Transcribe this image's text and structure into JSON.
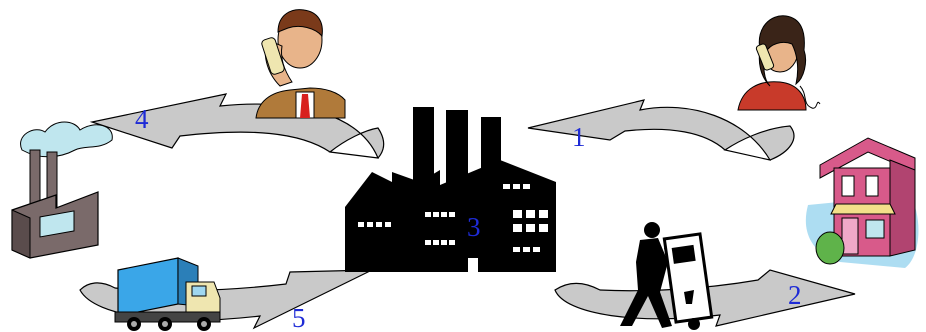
{
  "diagram": {
    "steps": [
      {
        "label": "1",
        "arrow": "arrow-customer-to-factory"
      },
      {
        "label": "2",
        "arrow": "arrow-delivery-to-store"
      },
      {
        "label": "3",
        "arrow": ""
      },
      {
        "label": "4",
        "arrow": "arrow-factory-to-supplier"
      },
      {
        "label": "5",
        "arrow": "arrow-supplier-to-factory"
      }
    ],
    "colors": {
      "arrow_fill": "#c9c9c9",
      "arrow_outline": "#000000",
      "step_number": "#1e2bd6",
      "factory": "#000000",
      "supplier_building": "#7a6a6a",
      "smoke": "#bfe6ee",
      "store_wall": "#d85a8a",
      "truck_cargo": "#3aa6e8",
      "man_suit": "#b07a3a",
      "woman_shirt": "#c83a2a"
    },
    "icons": [
      "factory-icon",
      "supplier-plant-icon",
      "retail-store-icon",
      "delivery-truck-icon",
      "hand-truck-worker-icon",
      "businessman-phone-icon",
      "customer-phone-icon"
    ]
  }
}
